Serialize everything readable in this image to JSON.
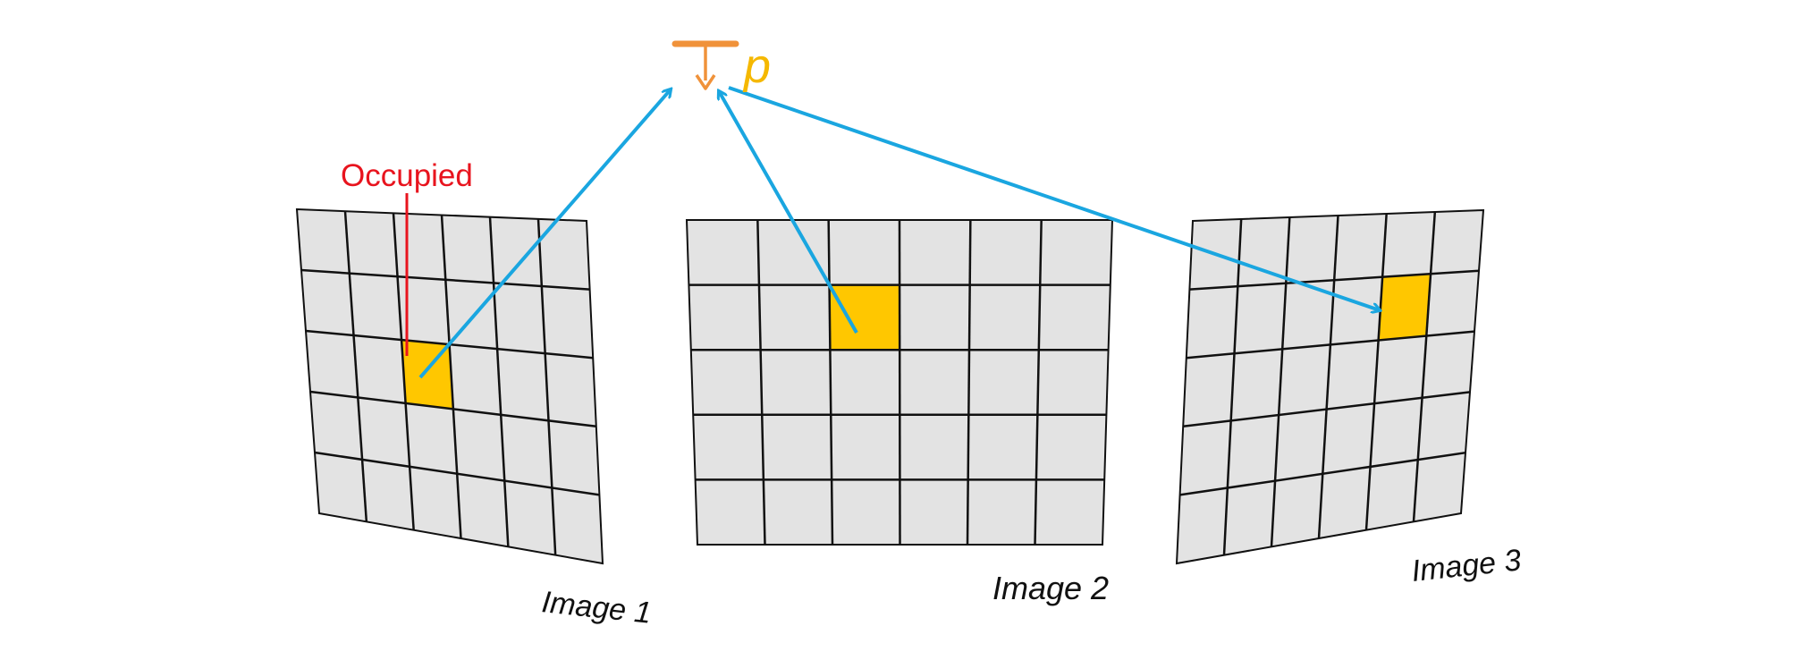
{
  "colors": {
    "background": "#ffffff",
    "grid_fill": "#e3e3e3",
    "grid_line": "#111111",
    "occupied_cell": "#ffc700",
    "ray": "#1aa6e0",
    "point_marker": "#f0923a",
    "point_label": "#f5b800",
    "occupied_label": "#e8141e",
    "image_label": "#111111"
  },
  "point": {
    "label": "p",
    "icon": "point-normal-icon"
  },
  "annotation": {
    "label": "Occupied"
  },
  "images": [
    {
      "label": "Image 1",
      "rows": 5,
      "cols": 6,
      "occupied": [
        2,
        2
      ]
    },
    {
      "label": "Image 2",
      "rows": 5,
      "cols": 6,
      "occupied": [
        1,
        2
      ]
    },
    {
      "label": "Image 3",
      "rows": 5,
      "cols": 6,
      "occupied": [
        1,
        4
      ]
    }
  ]
}
